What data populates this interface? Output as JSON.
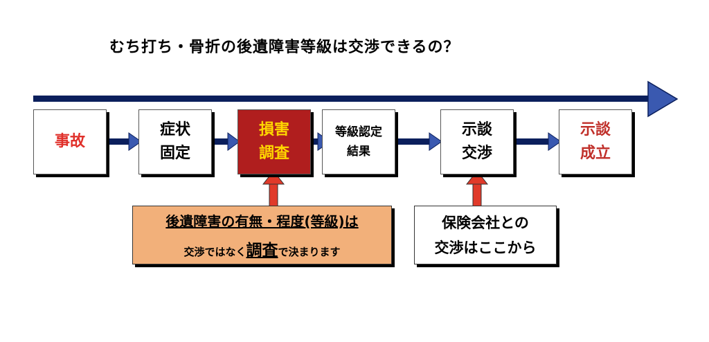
{
  "title": "むち打ち・骨折の後遺障害等級は交渉できるの？",
  "steps": [
    {
      "line1": "事故",
      "line2": ""
    },
    {
      "line1": "症状",
      "line2": "固定"
    },
    {
      "line1": "損害",
      "line2": "調査"
    },
    {
      "line1": "等級認定",
      "line2": "結果"
    },
    {
      "line1": "示談",
      "line2": "交渉"
    },
    {
      "line1": "示談",
      "line2": "成立"
    }
  ],
  "note_investigation": {
    "line1": "後遺障害の有無・程度(等級)は",
    "line2_pre": "交渉ではなく",
    "line2_emph": "調査",
    "line2_post": "で決まります"
  },
  "note_negotiation": {
    "line1": "保険会社との",
    "line2": "交渉はここから"
  },
  "colors": {
    "arrow_navy": "#0b1f5c",
    "arrowhead_blue": "#3a59b0",
    "highlight_box": "#b01e1e",
    "highlight_text": "#ffd700",
    "note_orange": "#f2b07a",
    "pointer_red": "#e03a2a"
  }
}
